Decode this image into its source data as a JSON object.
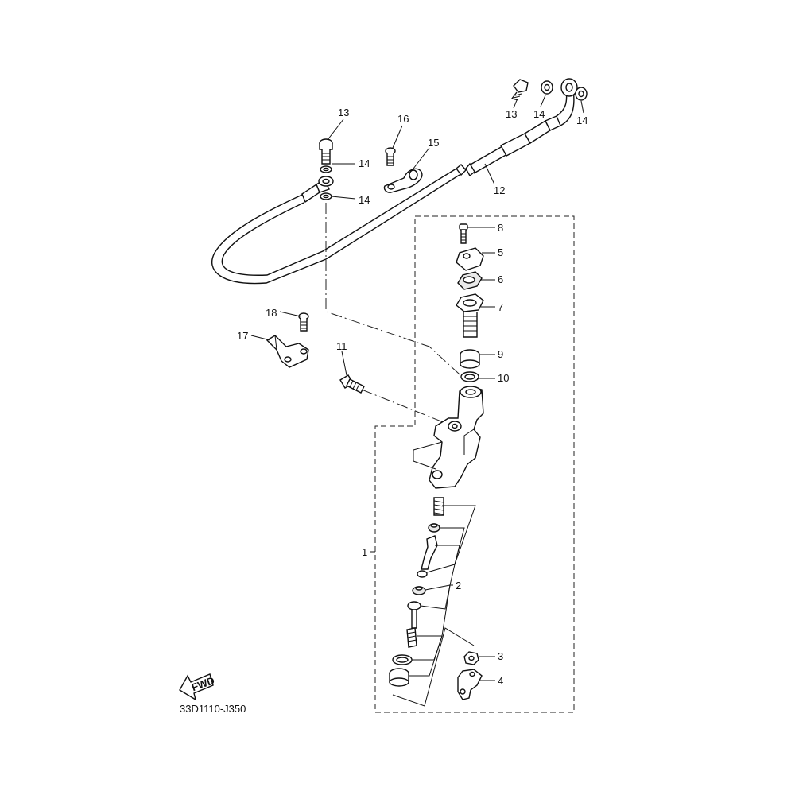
{
  "diagram": {
    "code": "33D1110-J350",
    "fwd_label": "FWD"
  },
  "callouts": {
    "c1": "1",
    "c2": "2",
    "c3": "3",
    "c4": "4",
    "c5": "5",
    "c6": "6",
    "c7": "7",
    "c8": "8",
    "c9": "9",
    "c10": "10",
    "c11": "11",
    "c12": "12",
    "c13a": "13",
    "c13b": "13",
    "c14a": "14",
    "c14b": "14",
    "c14c": "14",
    "c14d": "14",
    "c15": "15",
    "c16": "16",
    "c17": "17",
    "c18": "18"
  }
}
